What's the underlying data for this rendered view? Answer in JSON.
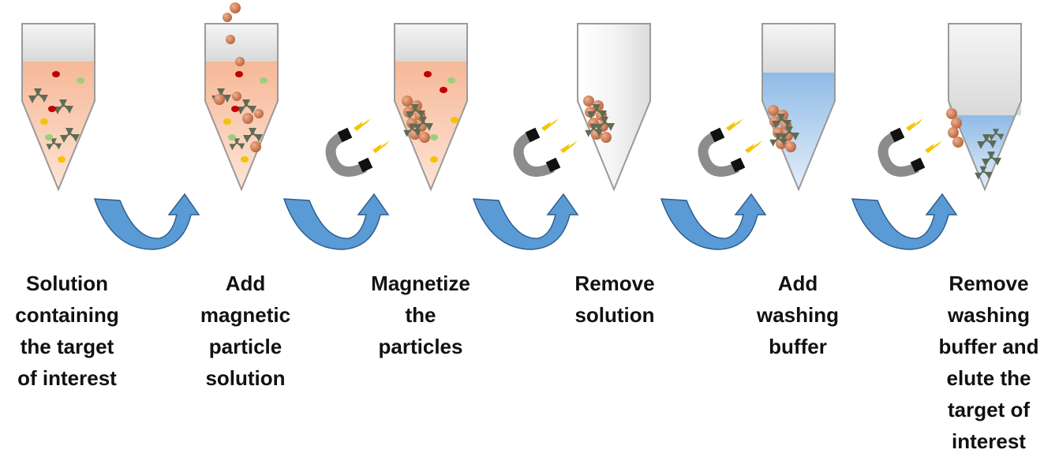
{
  "colors": {
    "tube_outline": "#9a9a9a",
    "tube_cap": "#e6e6e6",
    "sample_solution": "#f8c9ad",
    "washing_buffer": "#9cc3e8",
    "arrow": "#5b9bd5",
    "arrow_edge": "#2e5e8f",
    "magnetic_particle": "#c97a52",
    "target_molecule": "#5f6b55",
    "magnet_body": "#8c8c8c",
    "magnet_pole": "#111111",
    "field_spark": "#f5c400",
    "red_contaminant": "#c00000",
    "green_contaminant": "#9bd07a",
    "yellow_contaminant": "#f5c400"
  },
  "steps": [
    {
      "id": "solution",
      "label_lines": [
        "Solution",
        "containing",
        "the target",
        "of interest"
      ],
      "liquid": "sample",
      "magnet": false
    },
    {
      "id": "add-particles",
      "label_lines": [
        "Add",
        "magnetic",
        "particle",
        "solution"
      ],
      "liquid": "sample",
      "magnet": false
    },
    {
      "id": "magnetize",
      "label_lines": [
        "Magnetize",
        "the",
        "particles"
      ],
      "liquid": "sample",
      "magnet": true
    },
    {
      "id": "remove-solution",
      "label_lines": [
        "Remove",
        "solution"
      ],
      "liquid": "none",
      "magnet": true
    },
    {
      "id": "add-buffer",
      "label_lines": [
        "Add",
        "washing",
        "buffer"
      ],
      "liquid": "buffer",
      "magnet": true
    },
    {
      "id": "elute",
      "label_lines": [
        "Remove",
        "washing",
        "buffer and",
        "elute the",
        "target of",
        "interest"
      ],
      "liquid": "buffer-low",
      "magnet": true
    }
  ]
}
